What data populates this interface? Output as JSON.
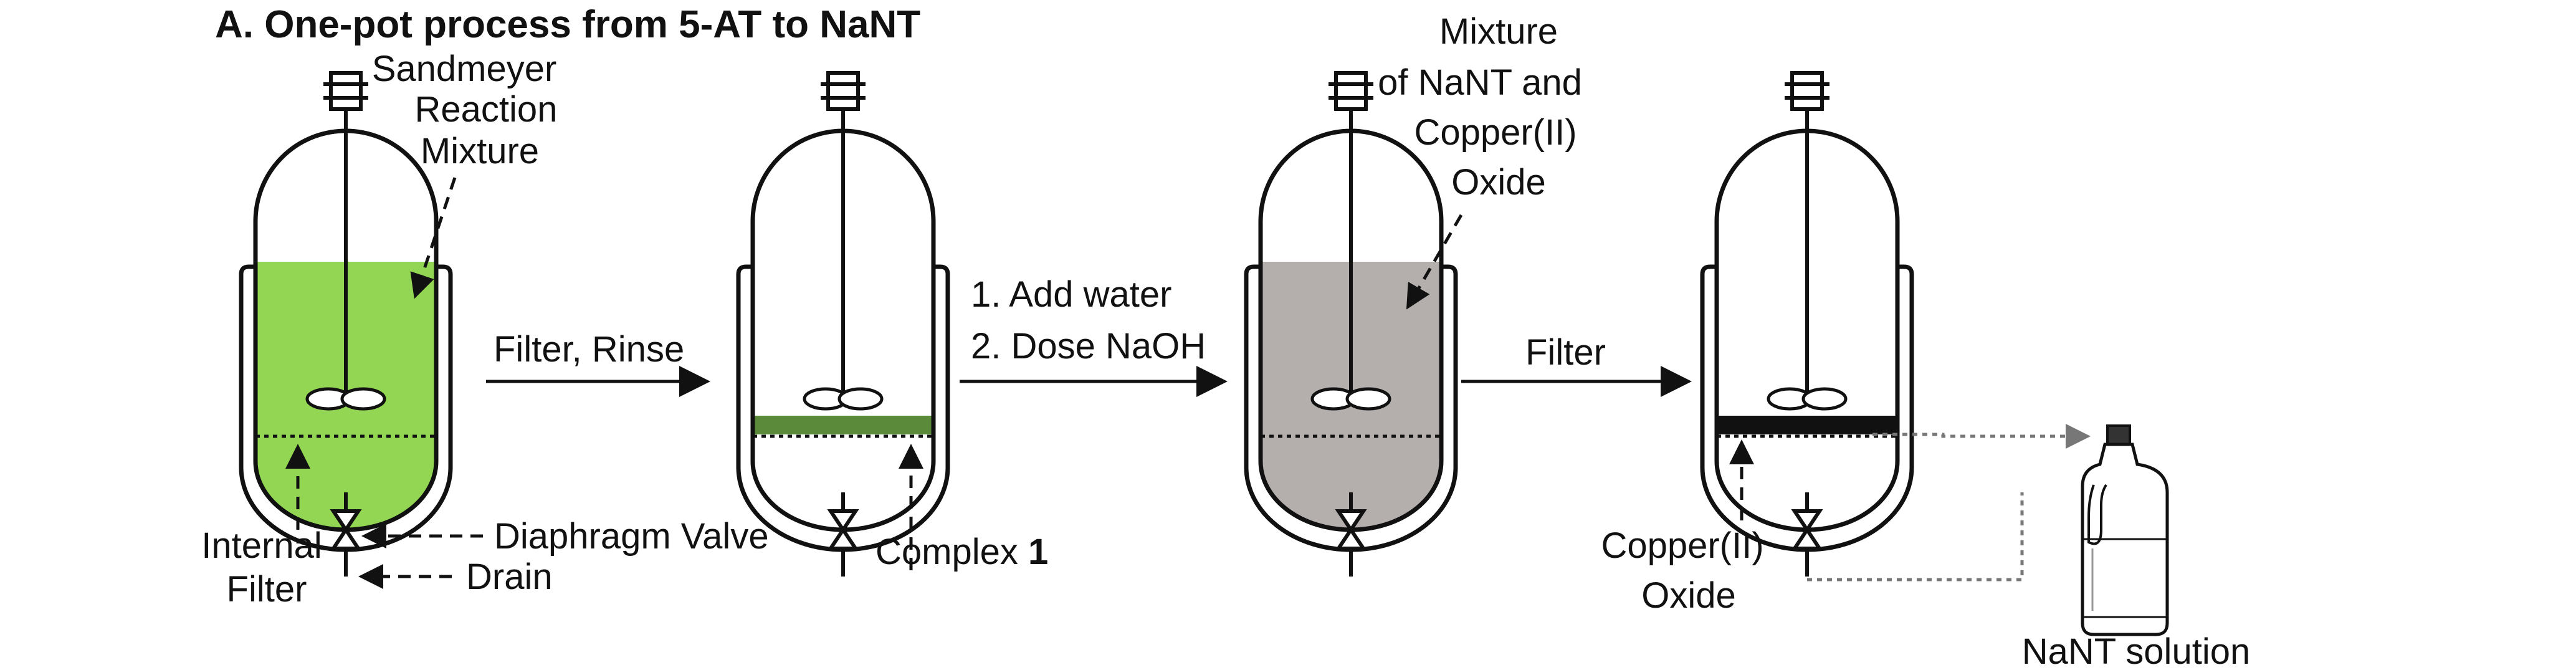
{
  "title": "A. One-pot process from 5-AT to NaNT",
  "colors": {
    "green_mixture": "#93d653",
    "green_complex": "#5a8a3a",
    "grey_mixture": "#b4afad",
    "copper_oxide": "#111111",
    "outline": "#111111"
  },
  "labels": {
    "sandmeyer_line1": "Sandmeyer",
    "sandmeyer_line2": "Reaction",
    "sandmeyer_line3": "Mixture",
    "internal_filter_line1": "Internal",
    "internal_filter_line2": "Filter",
    "diaphragm_valve": "Diaphragm Valve",
    "drain": "Drain",
    "complex_text": "Complex ",
    "complex_num": "1",
    "mixture_line1": "Mixture",
    "mixture_line2": "of NaNT and",
    "mixture_line3": "Copper(II)",
    "mixture_line4": "Oxide",
    "copper_oxide_line1": "Copper(II)",
    "copper_oxide_line2": "Oxide",
    "nant_solution": "NaNT solution"
  },
  "steps": {
    "step1": "Filter, Rinse",
    "step2_line1": "1. Add water",
    "step2_line2": "2. Dose NaOH",
    "step3": "Filter"
  },
  "icons": [
    "motor-icon",
    "impeller-icon",
    "valve-icon",
    "bottle-icon"
  ]
}
